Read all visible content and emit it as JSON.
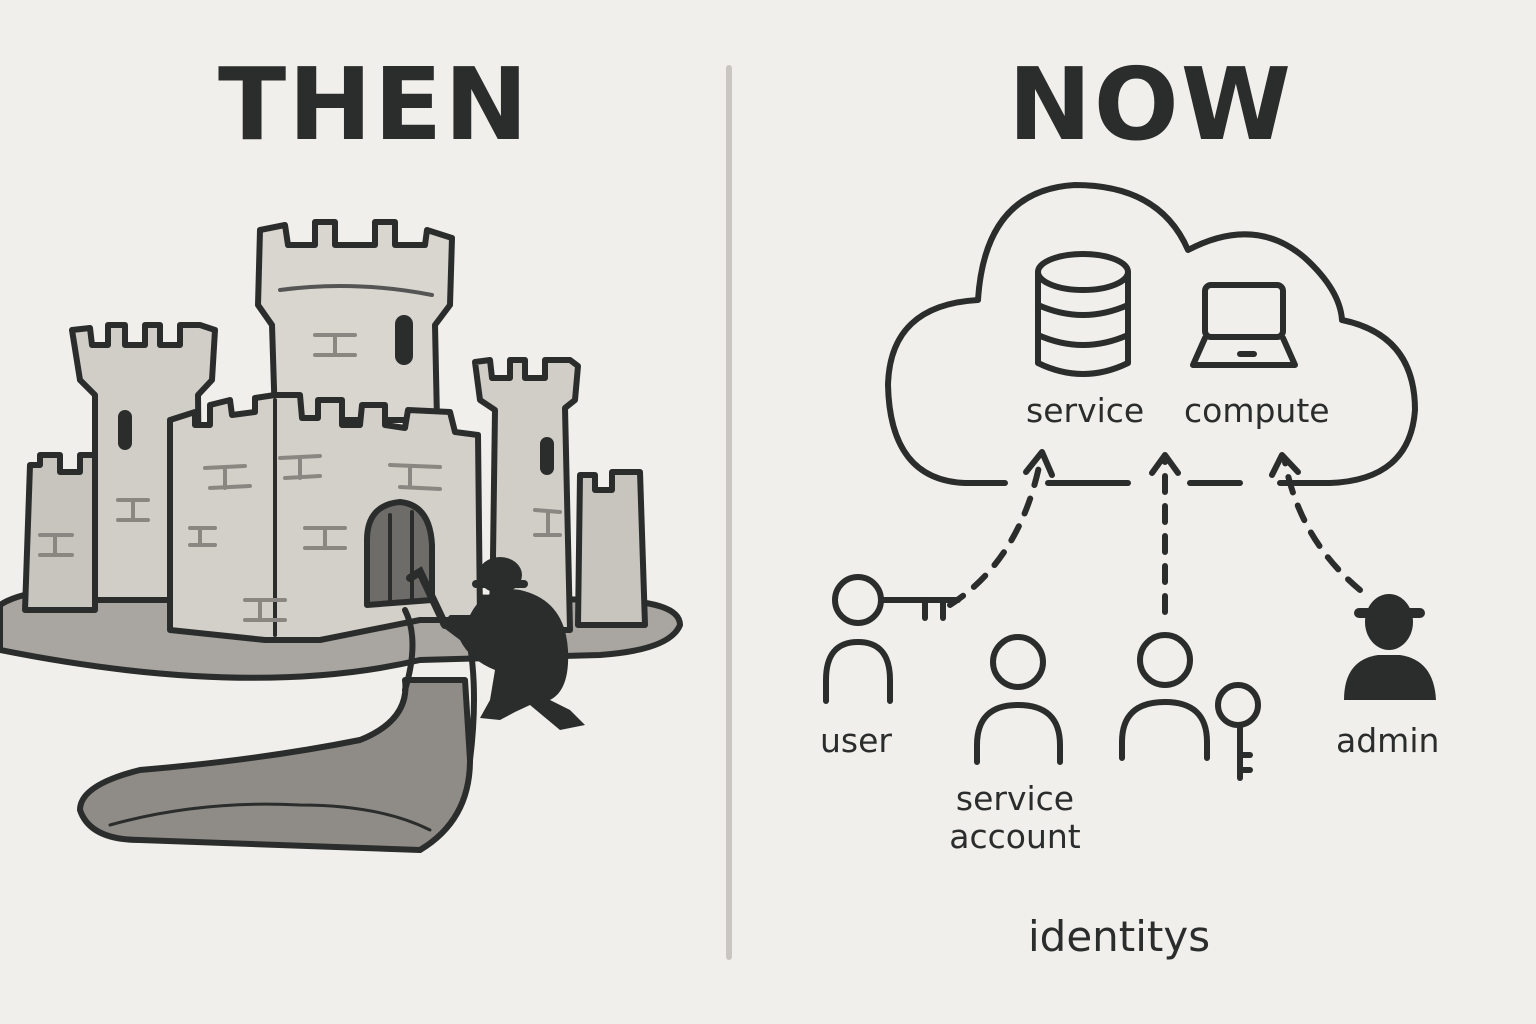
{
  "left_panel": {
    "title": "THEN",
    "illustration": {
      "subject": "castle-icon",
      "details": [
        "castle with towers and battlements",
        "moat",
        "winding path to gate",
        "burglar with crowbar at gate"
      ]
    }
  },
  "right_panel": {
    "title": "NOW",
    "cloud": {
      "icon": "cloud-icon",
      "resources": [
        {
          "icon": "database-icon",
          "label": "service"
        },
        {
          "icon": "laptop-icon",
          "label": "compute"
        }
      ]
    },
    "identities": [
      {
        "icon": "user-key-icon",
        "label": "user"
      },
      {
        "icon": "person-icon",
        "label": "service account"
      },
      {
        "icon": "person-key-icon",
        "label": ""
      },
      {
        "icon": "admin-hat-icon",
        "label": "admin"
      }
    ],
    "connections": "dashed-arrows-into-cloud",
    "brand": "identitys"
  },
  "colors": {
    "background": "#f1efeb",
    "ink": "#2b2d2d",
    "divider": "#c9c6c1",
    "stone_light": "#d9d6d0",
    "stone_mid": "#b7b4ae",
    "stone_dark": "#8c8a86"
  }
}
